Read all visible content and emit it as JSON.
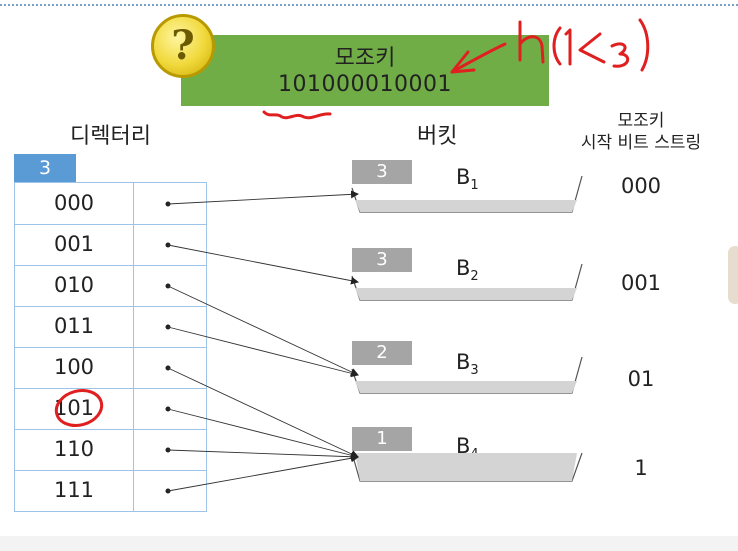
{
  "key": {
    "title": "모조키",
    "value": "101000010001",
    "help_icon": "question-mark"
  },
  "handwriting": {
    "note": "h(1<3)"
  },
  "directory": {
    "title": "디렉터리",
    "global_depth": "3",
    "entries": [
      {
        "code": "000",
        "bucket": 0
      },
      {
        "code": "001",
        "bucket": 1
      },
      {
        "code": "010",
        "bucket": 2
      },
      {
        "code": "011",
        "bucket": 2
      },
      {
        "code": "100",
        "bucket": 3
      },
      {
        "code": "101",
        "bucket": 3
      },
      {
        "code": "110",
        "bucket": 3
      },
      {
        "code": "111",
        "bucket": 3
      }
    ]
  },
  "buckets": {
    "title": "버킷",
    "items": [
      {
        "name": "B",
        "sub": "1",
        "local_depth": "3",
        "start": "000"
      },
      {
        "name": "B",
        "sub": "2",
        "local_depth": "3",
        "start": "001"
      },
      {
        "name": "B",
        "sub": "3",
        "local_depth": "2",
        "start": "01"
      },
      {
        "name": "B",
        "sub": "4",
        "local_depth": "1",
        "start": "1"
      }
    ]
  },
  "start_column": {
    "title_line1": "모조키",
    "title_line2": "시작 비트 스트링"
  },
  "colors": {
    "key_box": "#70ad47",
    "depth_box": "#5b9bd5",
    "table_border": "#9dc3e6",
    "depth_tab": "#a5a5a5",
    "ink_red": "#e02020"
  }
}
